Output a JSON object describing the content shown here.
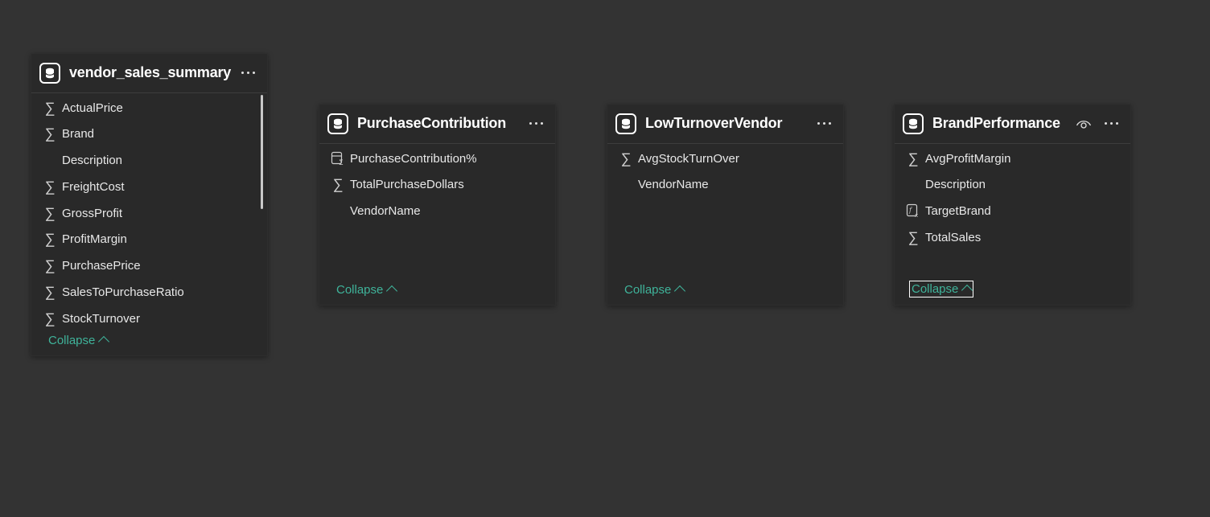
{
  "tables": [
    {
      "title": "vendor_sales_summary",
      "fields": [
        {
          "label": "ActualPrice",
          "icon": "sigma"
        },
        {
          "label": "Brand",
          "icon": "sigma"
        },
        {
          "label": "Description",
          "icon": "none"
        },
        {
          "label": "FreightCost",
          "icon": "sigma"
        },
        {
          "label": "GrossProfit",
          "icon": "sigma"
        },
        {
          "label": "ProfitMargin",
          "icon": "sigma"
        },
        {
          "label": "PurchasePrice",
          "icon": "sigma"
        },
        {
          "label": "SalesToPurchaseRatio",
          "icon": "sigma"
        },
        {
          "label": "StockTurnover",
          "icon": "sigma"
        }
      ],
      "collapse_label": "Collapse"
    },
    {
      "title": "PurchaseContribution",
      "fields": [
        {
          "label": "PurchaseContribution%",
          "icon": "calculated-column"
        },
        {
          "label": "TotalPurchaseDollars",
          "icon": "sigma"
        },
        {
          "label": "VendorName",
          "icon": "none"
        }
      ],
      "collapse_label": "Collapse"
    },
    {
      "title": "LowTurnoverVendor",
      "fields": [
        {
          "label": "AvgStockTurnOver",
          "icon": "sigma"
        },
        {
          "label": "VendorName",
          "icon": "none"
        }
      ],
      "collapse_label": "Collapse"
    },
    {
      "title": "BrandPerformance",
      "fields": [
        {
          "label": "AvgProfitMargin",
          "icon": "sigma"
        },
        {
          "label": "Description",
          "icon": "none"
        },
        {
          "label": "TargetBrand",
          "icon": "calculated-column"
        },
        {
          "label": "TotalSales",
          "icon": "sigma"
        }
      ],
      "collapse_label": "Collapse"
    }
  ],
  "colors": {
    "background": "#333333",
    "card": "#292929",
    "accent": "#3fb39a"
  }
}
